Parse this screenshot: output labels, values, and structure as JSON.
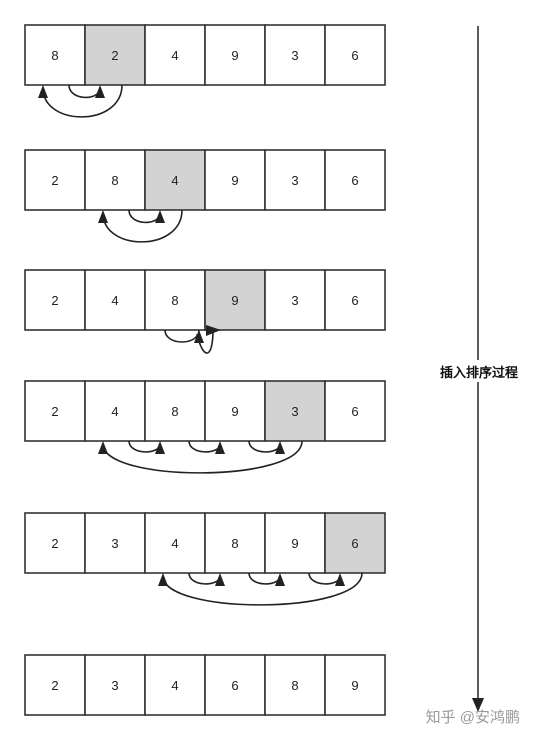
{
  "rows": [
    {
      "values": [
        "8",
        "2",
        "4",
        "9",
        "3",
        "6"
      ],
      "highlight": 1,
      "moves": {
        "from": 1,
        "to": 0,
        "shifts": []
      }
    },
    {
      "values": [
        "2",
        "8",
        "4",
        "9",
        "3",
        "6"
      ],
      "highlight": 2,
      "moves": {
        "from": 2,
        "to": 1,
        "shifts": []
      }
    },
    {
      "values": [
        "2",
        "4",
        "8",
        "9",
        "3",
        "6"
      ],
      "highlight": 3,
      "moves": {
        "from": 3,
        "to": 3,
        "shifts": []
      }
    },
    {
      "values": [
        "2",
        "4",
        "8",
        "9",
        "3",
        "6"
      ],
      "highlight": 4,
      "moves": {
        "from": 4,
        "to": 1,
        "shifts": [
          1,
          2,
          3
        ]
      }
    },
    {
      "values": [
        "2",
        "3",
        "4",
        "8",
        "9",
        "6"
      ],
      "highlight": 5,
      "moves": {
        "from": 5,
        "to": 2,
        "shifts": [
          2,
          3,
          4
        ]
      }
    },
    {
      "values": [
        "2",
        "3",
        "4",
        "6",
        "8",
        "9"
      ],
      "highlight": -1,
      "moves": null
    }
  ],
  "process_label": "插入排序过程",
  "watermark": "知乎 @安鸿鹏",
  "colors": {
    "highlight": "#d3d3d3",
    "border": "#333333",
    "arrow": "#222222"
  }
}
